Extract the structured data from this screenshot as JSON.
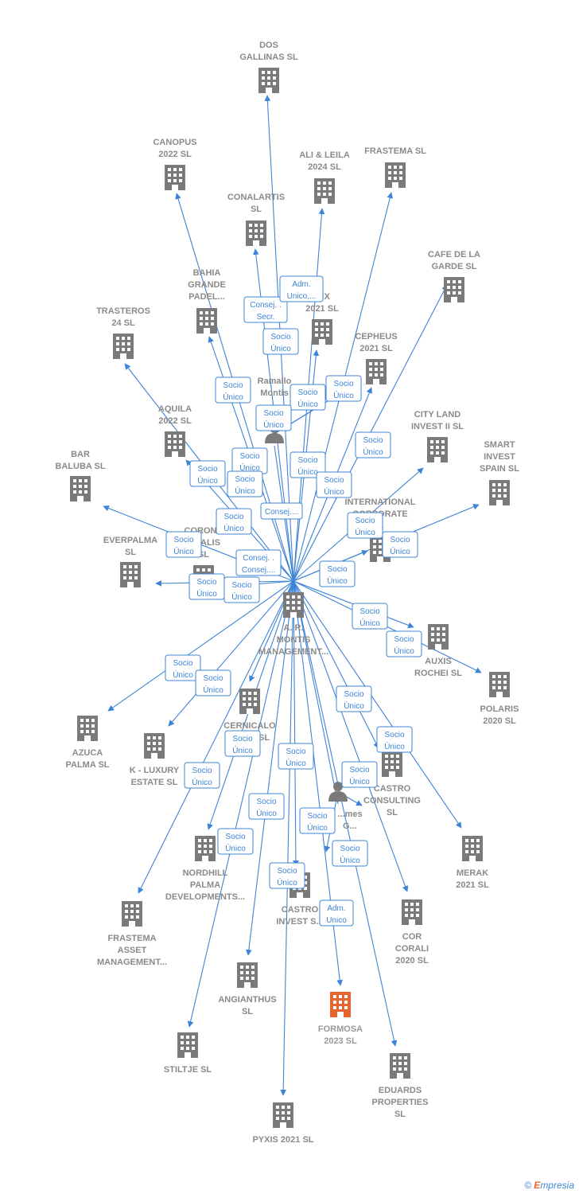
{
  "center": {
    "label": [
      "A. R.",
      "MONTIS",
      "MANAGEMENT..."
    ]
  },
  "companies": [
    {
      "id": "dos_gallinas",
      "label": [
        "DOS",
        "GALLINAS  SL"
      ]
    },
    {
      "id": "canopus",
      "label": [
        "CANOPUS",
        "2022  SL"
      ]
    },
    {
      "id": "ali_leila",
      "label": [
        "ALI & LEILA",
        "2024  SL"
      ]
    },
    {
      "id": "frastema",
      "label": [
        "FRASTEMA  SL"
      ]
    },
    {
      "id": "conalartis",
      "label": [
        "CONALARTIS",
        "SL"
      ]
    },
    {
      "id": "cafe_garde",
      "label": [
        "CAFE DE LA",
        "GARDE  SL"
      ]
    },
    {
      "id": "bahia",
      "label": [
        "BAHIA",
        "GRANDE",
        "PADEL..."
      ]
    },
    {
      "id": "fenix",
      "label": [
        "...IX",
        "2021  SL"
      ]
    },
    {
      "id": "trasteros",
      "label": [
        "TRASTEROS",
        "24  SL"
      ]
    },
    {
      "id": "cepheus",
      "label": [
        "CEPHEUS",
        "2021  SL"
      ]
    },
    {
      "id": "aquila",
      "label": [
        "AQUILA",
        "2022  SL"
      ]
    },
    {
      "id": "city_land",
      "label": [
        "CITY LAND",
        "INVEST II  SL"
      ]
    },
    {
      "id": "smart",
      "label": [
        "SMART",
        "INVEST",
        "SPAIN  SL"
      ]
    },
    {
      "id": "bar_baluba",
      "label": [
        "BAR",
        "BALUBA  SL"
      ]
    },
    {
      "id": "international",
      "label": [
        "INTERNATIONAL",
        "CORPORATE",
        "..."
      ]
    },
    {
      "id": "everpalma",
      "label": [
        "EVERPALMA",
        "SL"
      ]
    },
    {
      "id": "corona",
      "label": [
        "CORONA",
        "...RALIS",
        "SL"
      ]
    },
    {
      "id": "auxis",
      "label": [
        "AUXIS",
        "ROCHEI  SL"
      ]
    },
    {
      "id": "polaris",
      "label": [
        "POLARIS",
        "2020  SL"
      ]
    },
    {
      "id": "azuca",
      "label": [
        "AZUCA",
        "PALMA  SL"
      ]
    },
    {
      "id": "cernicalo",
      "label": [
        "CERNICALO",
        "PO...R  SL"
      ]
    },
    {
      "id": "k_luxury",
      "label": [
        "K -  LUXURY",
        "ESTATE  SL"
      ]
    },
    {
      "id": "castro_consulting",
      "label": [
        "CASTRO",
        "CONSULTING",
        "SL"
      ]
    },
    {
      "id": "merak",
      "label": [
        "MERAK",
        "2021  SL"
      ]
    },
    {
      "id": "nordhill",
      "label": [
        "NORDHILL",
        "PALMA",
        "DEVELOPMENTS..."
      ]
    },
    {
      "id": "castro_invest",
      "label": [
        "CASTRO",
        "INVEST  S..."
      ]
    },
    {
      "id": "cor_corali",
      "label": [
        "COR",
        "CORALI",
        "2020  SL"
      ]
    },
    {
      "id": "frastema_asset",
      "label": [
        "FRASTEMA",
        "ASSET",
        "MANAGEMENT..."
      ]
    },
    {
      "id": "angianthus",
      "label": [
        "ANGIANTHUS",
        "SL"
      ]
    },
    {
      "id": "formosa",
      "label": [
        "FORMOSA",
        "2023  SL"
      ],
      "highlight": true
    },
    {
      "id": "stiltje",
      "label": [
        "STILTJE  SL"
      ]
    },
    {
      "id": "eduards",
      "label": [
        "EDUARDS",
        "PROPERTIES",
        "SL"
      ]
    },
    {
      "id": "pyxis",
      "label": [
        "PYXIS 2021  SL"
      ]
    }
  ],
  "persons": [
    {
      "id": "ramallo",
      "label": [
        "Ramallo",
        "Montis",
        "..."
      ]
    },
    {
      "id": "james",
      "label": [
        "...mes",
        "G..."
      ]
    }
  ],
  "roles": [
    {
      "lines": [
        "Socio",
        "Único"
      ]
    },
    {
      "lines": [
        "Adm.",
        "Unico,..."
      ]
    },
    {
      "lines": [
        "Consej. .",
        "Secr."
      ]
    },
    {
      "lines": [
        "Adm.",
        "Unico"
      ]
    },
    {
      "lines": [
        "Consej. .",
        "Consej...."
      ]
    },
    {
      "lines": [
        "Consej...."
      ]
    }
  ],
  "watermark": {
    "copyright": "©",
    "brand_e": "E",
    "brand_rest": "mpresia"
  },
  "colors": {
    "edge": "#3d84d6",
    "building": "#7a7a7a",
    "highlight": "#e7642c",
    "label": "#8a8a8a"
  }
}
